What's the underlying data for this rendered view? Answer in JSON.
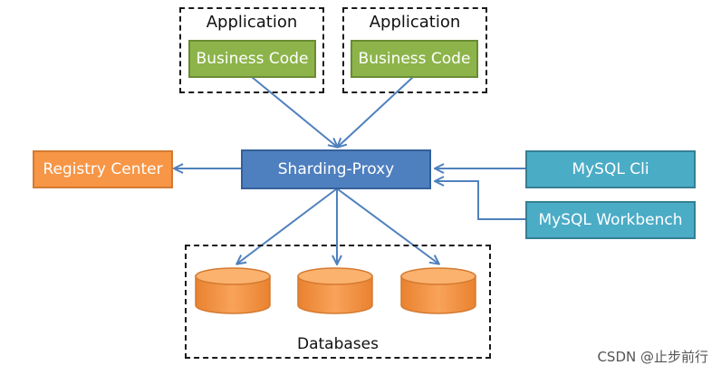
{
  "groups": {
    "app_left": {
      "label": "Application",
      "code_label": "Business Code"
    },
    "app_right": {
      "label": "Application",
      "code_label": "Business Code"
    },
    "databases": {
      "label": "Databases"
    }
  },
  "nodes": {
    "proxy": "Sharding-Proxy",
    "registry": "Registry Center",
    "mysql_cli": "MySQL Cli",
    "mysql_workbench": "MySQL Workbench"
  },
  "watermark": "CSDN @止步前行",
  "colors": {
    "green": "#8db44a",
    "blue": "#4e7fbf",
    "orange": "#f79646",
    "teal": "#4bacc6",
    "arrow": "#4f81bd"
  }
}
